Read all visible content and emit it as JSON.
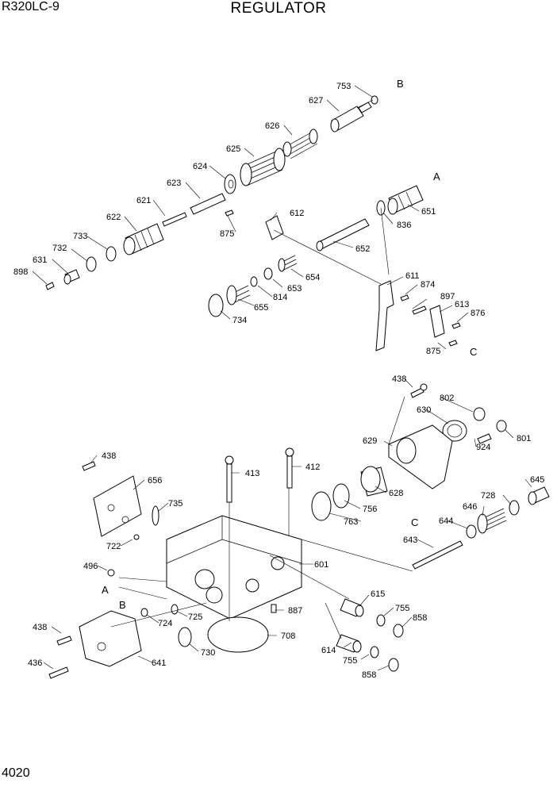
{
  "header": {
    "model": "R320LC-9",
    "title": "REGULATOR"
  },
  "footer": {
    "page_number": "4020"
  },
  "callouts": [
    "753",
    "627",
    "626",
    "625",
    "624",
    "623",
    "621",
    "622",
    "733",
    "732",
    "631",
    "898",
    "612",
    "875",
    "652",
    "836",
    "651",
    "611",
    "874",
    "897",
    "613",
    "876",
    "875",
    "653",
    "654",
    "814",
    "655",
    "734",
    "438",
    "802",
    "630",
    "629",
    "801",
    "924",
    "645",
    "728",
    "646",
    "644",
    "643",
    "413",
    "412",
    "763",
    "756",
    "628",
    "438",
    "656",
    "735",
    "722",
    "496",
    "601",
    "615",
    "887",
    "755",
    "858",
    "708",
    "724",
    "725",
    "730",
    "614",
    "755",
    "858",
    "438",
    "436",
    "641"
  ],
  "refs": [
    "B",
    "A",
    "C",
    "A",
    "B",
    "C"
  ]
}
